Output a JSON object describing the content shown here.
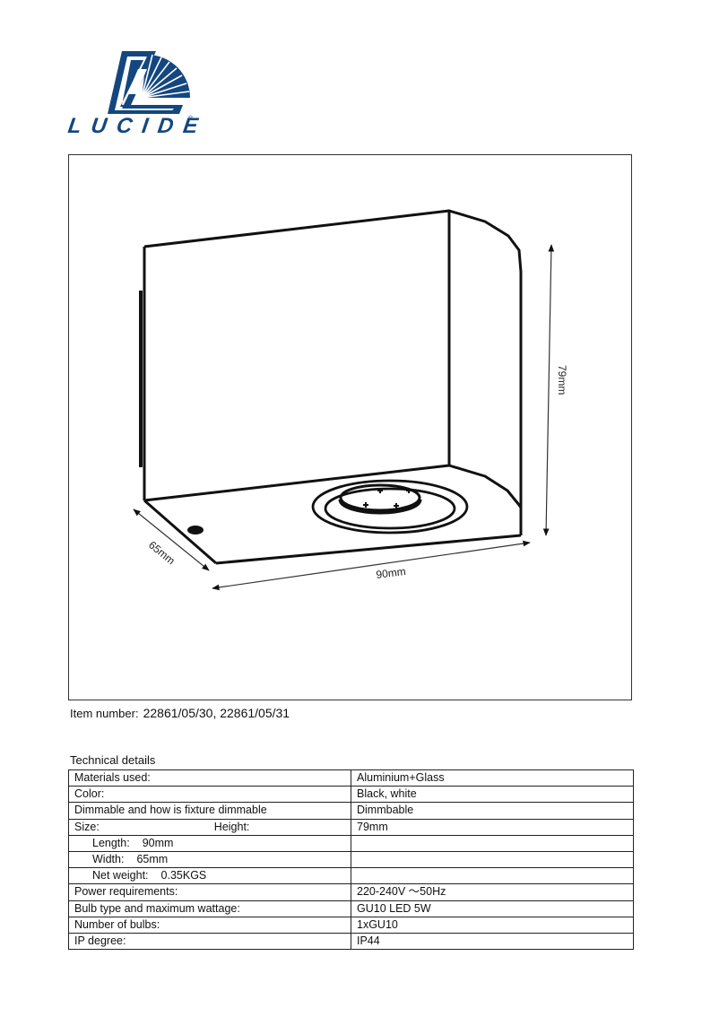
{
  "brand": {
    "name": "LUCIDE",
    "registered_mark": "®",
    "colors": {
      "logo_blue": "#14477f"
    }
  },
  "drawing": {
    "dimensions": {
      "height": "79mm",
      "length": "90mm",
      "width": "65mm"
    }
  },
  "item": {
    "label": "Item number:",
    "value": "22861/05/30, 22861/05/31"
  },
  "technical_details": {
    "title": "Technical details",
    "rows": [
      {
        "key": "Materials used:",
        "value": "Aluminium+Glass"
      },
      {
        "key": "Color:",
        "value": "Black, white"
      },
      {
        "key": "Dimmable and how is fixture dimmable",
        "value": "Dimmbable"
      },
      {
        "key": "Size:",
        "subkey": "Height:",
        "value": "79mm"
      },
      {
        "key": "Length:",
        "subvalue": "90mm",
        "value": ""
      },
      {
        "key": "Width:",
        "subvalue": "65mm",
        "value": ""
      },
      {
        "key": "Net weight:",
        "subvalue": "0.35KGS",
        "value": ""
      },
      {
        "key": "Power requirements:",
        "value": "220-240V ～50Hz"
      },
      {
        "key": "Bulb type and maximum wattage:",
        "value": "GU10 LED 5W"
      },
      {
        "key": "Number of bulbs:",
        "value": "1xGU10"
      },
      {
        "key": "IP degree:",
        "value": "IP44"
      }
    ]
  }
}
